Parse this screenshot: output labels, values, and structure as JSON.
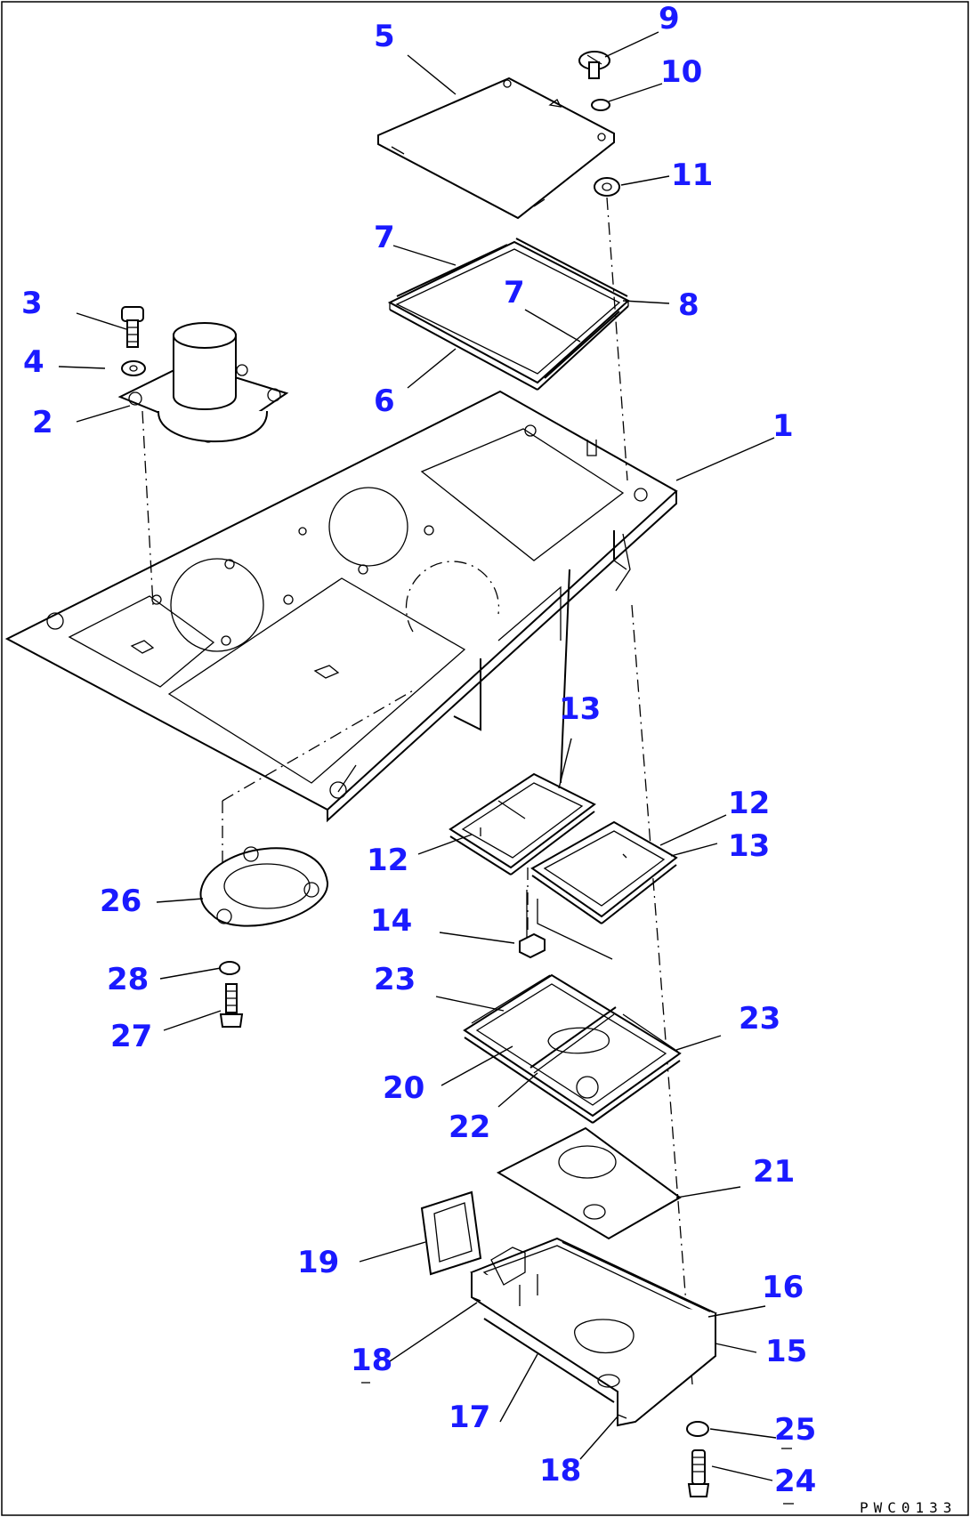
{
  "diagram": {
    "figure_code": "PWC0133",
    "callouts": {
      "c1": "1",
      "c2": "2",
      "c3": "3",
      "c4": "4",
      "c5": "5",
      "c6": "6",
      "c7a": "7",
      "c7b": "7",
      "c8": "8",
      "c9": "9",
      "c10": "10",
      "c11": "11",
      "c12a": "12",
      "c12b": "12",
      "c13a": "13",
      "c13b": "13",
      "c14": "14",
      "c15": "15",
      "c16": "16",
      "c17": "17",
      "c18a": "18",
      "c18b": "18",
      "c19": "19",
      "c20": "20",
      "c21": "21",
      "c22": "22",
      "c23a": "23",
      "c23b": "23",
      "c24": "24",
      "c25": "25",
      "c26": "26",
      "c27": "27",
      "c28": "28"
    },
    "colors": {
      "callout": "#1a1aff",
      "line": "#000000",
      "background": "#ffffff"
    }
  }
}
